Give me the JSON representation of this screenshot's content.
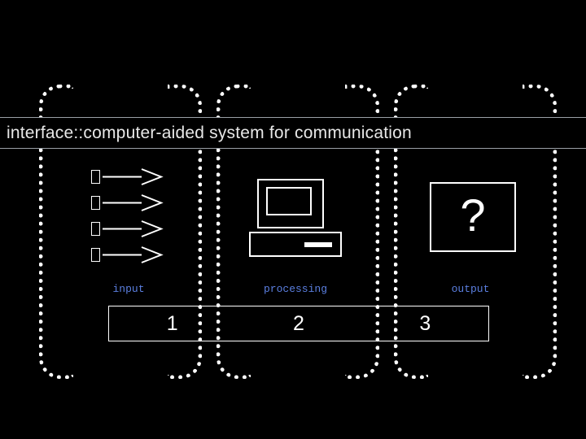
{
  "title": {
    "text": "interface::computer-aided system for communication"
  },
  "colors": {
    "background": "#000000",
    "stroke": "#ffffff",
    "caption": "#5b7fe0",
    "banner_border": "#9aa0a6",
    "title_text": "#e8e8e8"
  },
  "brackets": [
    {
      "name": "bracket-input-left",
      "side": "left"
    },
    {
      "name": "bracket-input-right",
      "side": "right"
    },
    {
      "name": "bracket-processing-left",
      "side": "left"
    },
    {
      "name": "bracket-processing-right",
      "side": "right"
    },
    {
      "name": "bracket-output-left",
      "side": "left"
    },
    {
      "name": "bracket-output-right",
      "side": "right"
    }
  ],
  "stages": [
    {
      "caption": "input",
      "number": "1",
      "icon": "arrows-icon"
    },
    {
      "caption": "processing",
      "number": "2",
      "icon": "computer-icon"
    },
    {
      "caption": "output",
      "number": "3",
      "icon": "question-mark-icon"
    }
  ],
  "output": {
    "symbol": "?"
  },
  "arrows": {
    "count": 4,
    "icon": "arrow-right-icon"
  }
}
